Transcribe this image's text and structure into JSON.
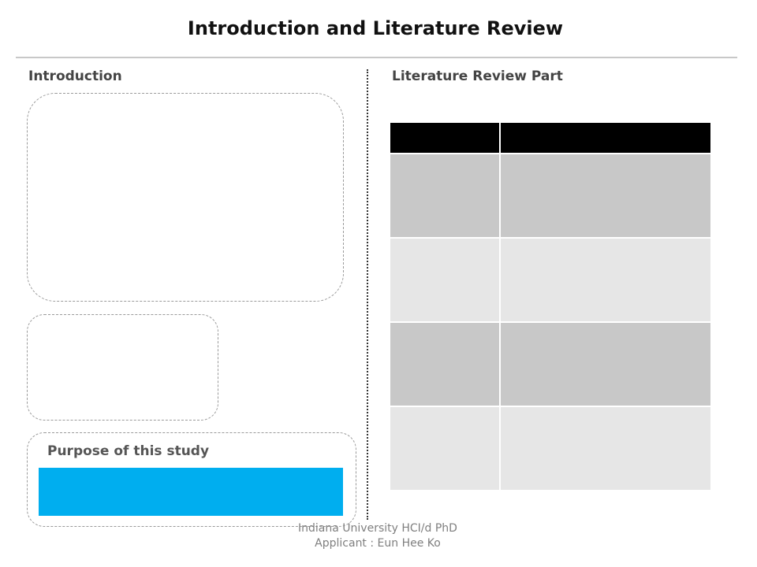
{
  "slide": {
    "title": "Introduction and Literature Review"
  },
  "left_column": {
    "heading": "Introduction",
    "purpose_heading": "Purpose of this study",
    "purpose_bar_color": "#00aeef"
  },
  "right_column": {
    "heading": "Literature Review Part",
    "table": {
      "header_color": "#000000",
      "row_colors": [
        "#c8c8c8",
        "#e6e6e6",
        "#c8c8c8",
        "#e6e6e6"
      ],
      "header": [
        "",
        ""
      ],
      "rows": [
        [
          "",
          ""
        ],
        [
          "",
          ""
        ],
        [
          "",
          ""
        ],
        [
          "",
          ""
        ]
      ]
    }
  },
  "footer": {
    "line1": "Indiana University HCI/d PhD",
    "line2": "Applicant : Eun Hee Ko"
  }
}
